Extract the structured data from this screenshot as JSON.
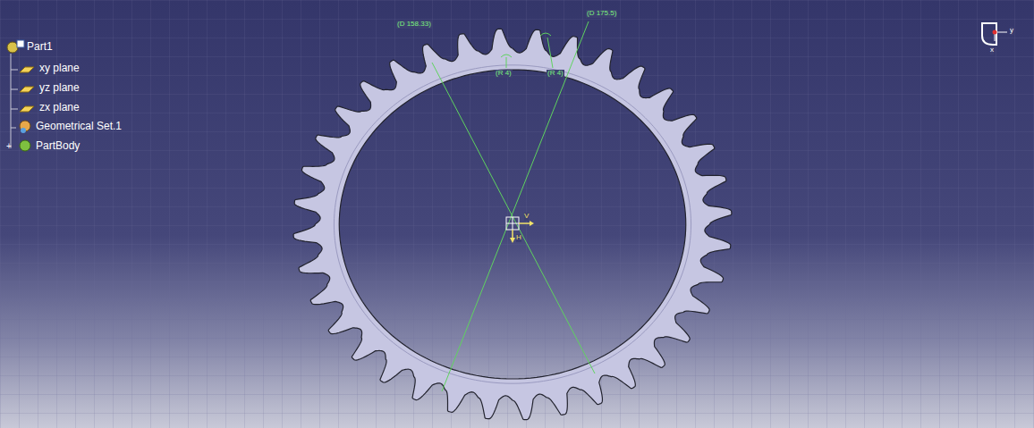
{
  "diagram": {
    "labels": [
      "Part1",
      "xy plane",
      "yz plane",
      "zx plane",
      "Geometrical Set.1",
      "PartBody",
      "(D 158.33)",
      "(D 175.5)",
      "(R 4)",
      "(R 4)",
      "V",
      "H",
      "y",
      "x"
    ]
  }
}
